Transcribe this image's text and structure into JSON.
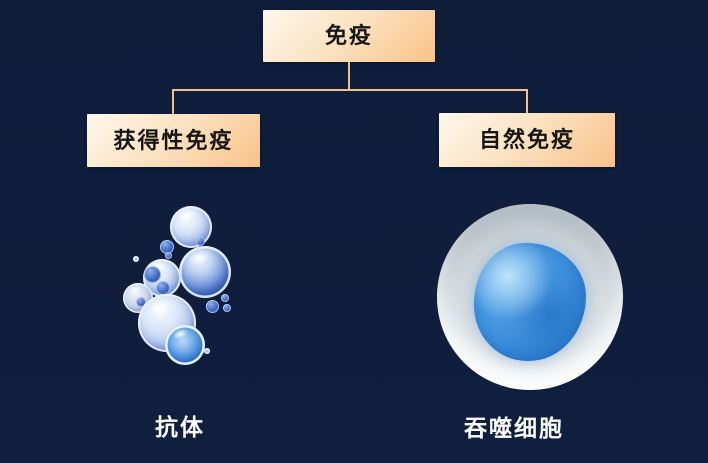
{
  "colors": {
    "background": "#101f3d",
    "box_gradient_light": "#fef7ec",
    "box_gradient_dark": "#f9c289",
    "connector": "#f2c28e",
    "box_text": "#161616",
    "caption_text": "#ffffff",
    "bubble_blue": "#2b51b2",
    "cell_body_grey": "#ccd4d9",
    "nucleus_blue": "#3f92dd"
  },
  "diagram": {
    "root": {
      "label": "免疫"
    },
    "branches": [
      {
        "label": "获得性免疫",
        "caption": "抗体",
        "illustration": "antibody-bubbles"
      },
      {
        "label": "自然免疫",
        "caption": "吞噬细胞",
        "illustration": "phagocyte-cell"
      }
    ]
  }
}
